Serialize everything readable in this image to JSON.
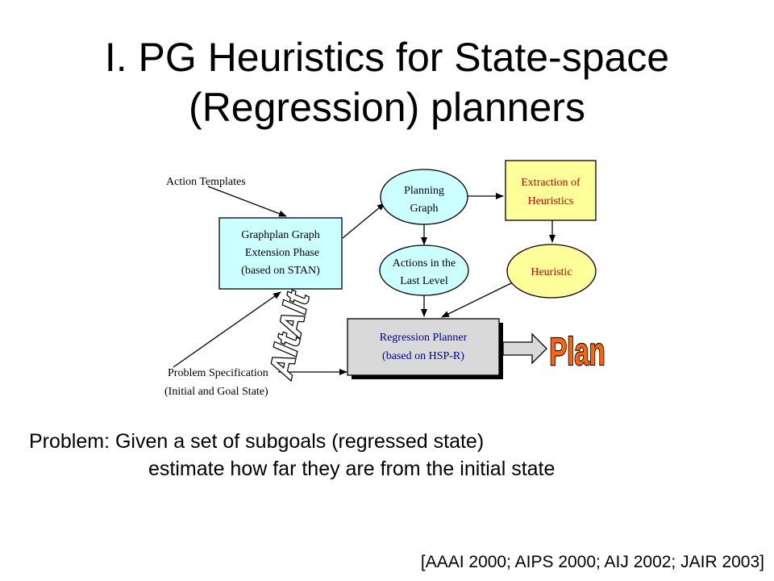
{
  "slide": {
    "title_line1": "I. PG Heuristics for State-space",
    "title_line2": "(Regression) planners",
    "problem_line1": "Problem: Given a set of subgoals (regressed state)",
    "problem_line2": "estimate how far they are from the initial state",
    "citation": "[AAAI 2000; AIPS 2000; AIJ 2002; JAIR 2003]"
  },
  "diagram": {
    "action_templates": "Action Templates",
    "graphplan_line1": "Graphplan Graph",
    "graphplan_line2": "Extension Phase",
    "graphplan_line3": "(based on STAN)",
    "planning_graph_line1": "Planning",
    "planning_graph_line2": "Graph",
    "actions_last_line1": "Actions in the",
    "actions_last_line2": "Last Level",
    "extraction_line1": "Extraction of",
    "extraction_line2": "Heuristics",
    "heuristic": "Heuristic",
    "regression_line1": "Regression Planner",
    "regression_line2": "(based on HSP-R)",
    "problem_spec_line1": "Problem Specification",
    "problem_spec_line2": "(Initial and Goal State)",
    "altalt_logo": "AltAlt",
    "plan_logo": "Plan",
    "colors": {
      "graphplan_fill": "#ccffff",
      "ellipse_fill": "#ccffff",
      "extraction_fill": "#ffff99",
      "heuristic_fill": "#ffff99",
      "regression_fill": "#d9d9d9",
      "extraction_text": "#cc0000",
      "heuristic_text": "#cc0000",
      "regression_text": "#000099",
      "plan_fill": "#ff6600"
    }
  }
}
